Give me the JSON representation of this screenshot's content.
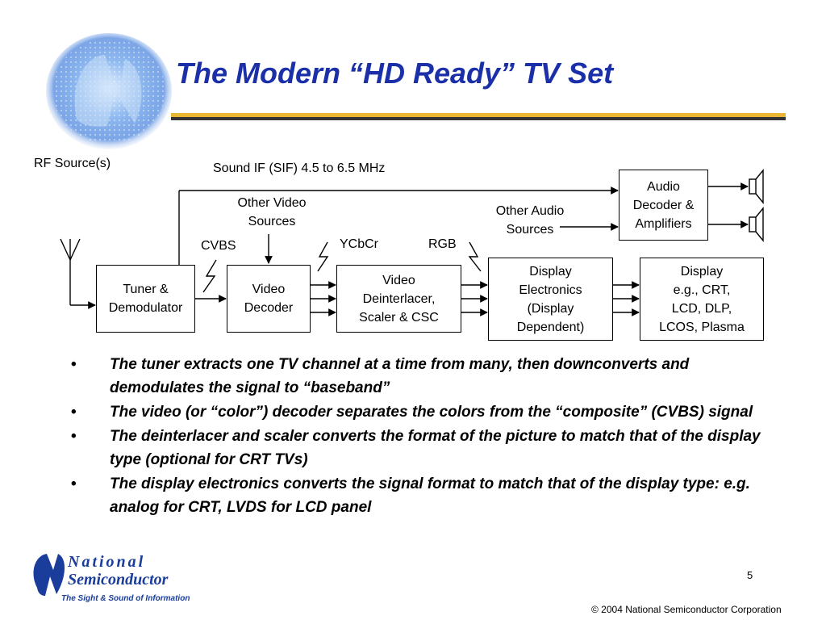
{
  "slide": {
    "title": "The Modern “HD Ready” TV Set",
    "page_number": "5",
    "copyright": "© 2004 National Semiconductor Corporation"
  },
  "logo": {
    "line1": "National",
    "line2": "Semiconductor",
    "tagline": "The Sight & Sound of Information",
    "brand_color": "#1a3d9c"
  },
  "diagram": {
    "labels": {
      "rf_source": "RF Source(s)",
      "sound_if": "Sound IF (SIF) 4.5 to 6.5 MHz",
      "other_video_1": "Other Video",
      "other_video_2": "Sources",
      "other_audio_1": "Other Audio",
      "other_audio_2": "Sources",
      "cvbs": "CVBS",
      "ycbcr": "YCbCr",
      "rgb": "RGB"
    },
    "blocks": {
      "tuner": [
        "Tuner &",
        "Demodulator"
      ],
      "video_decoder": [
        "Video",
        "Decoder"
      ],
      "deinterlacer": [
        "Video",
        "Deinterlacer,",
        "Scaler & CSC"
      ],
      "display_electronics": [
        "Display",
        "Electronics",
        "(Display",
        "Dependent)"
      ],
      "display": [
        "Display",
        "e.g., CRT,",
        "LCD, DLP,",
        "LCOS, Plasma"
      ],
      "audio_decoder": [
        "Audio",
        "Decoder &",
        "Amplifiers"
      ]
    }
  },
  "bullets": [
    "The tuner extracts one TV channel at a time from many, then downconverts and demodulates the signal to “baseband”",
    "The video (or “color”) decoder separates the colors from the “composite” (CVBS) signal",
    "The deinterlacer and scaler converts the format of the picture to match that of the display type (optional for CRT TVs)",
    "The display electronics converts the signal format to match that of the display type: e.g. analog for CRT, LVDS for LCD panel"
  ],
  "bullet_symbol": "•",
  "colors": {
    "title": "#1a2fa8",
    "rule_gold": "#e8b630",
    "rule_dark": "#333333"
  }
}
